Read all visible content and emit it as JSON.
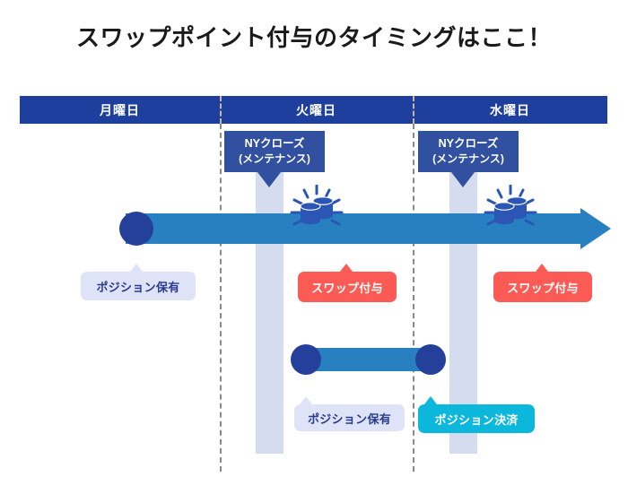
{
  "title": "スワップポイント付与のタイミングはここ！",
  "colors": {
    "header_bar": "#1f3f9e",
    "callout_box": "#31509f",
    "arrow_blue": "#2980c0",
    "marker_dot": "#25409a",
    "band_lavender": "#d6dcef",
    "chip_lavender_bg": "#dfe3f7",
    "chip_lavender_text": "#2a3c8f",
    "chip_red": "#fb5a55",
    "chip_cyan": "#0bb8dc",
    "divider_dash": "#8a8a8a",
    "title_text": "#1a1a1a"
  },
  "timeline": {
    "days": [
      {
        "label": "月曜日"
      },
      {
        "label": "火曜日"
      },
      {
        "label": "水曜日"
      }
    ]
  },
  "callouts": [
    {
      "line1": "NYクローズ",
      "line2": "(メンテナンス)"
    },
    {
      "line1": "NYクローズ",
      "line2": "(メンテナンス)"
    }
  ],
  "icons": {
    "coin_stack": "coin-stack-icon",
    "arrow": "right-arrow-icon"
  },
  "row_main": {
    "start_marker": "position-open-marker",
    "label": "ポジション保有",
    "events": [
      {
        "label": "スワップ付与",
        "type": "swap"
      },
      {
        "label": "スワップ付与",
        "type": "swap"
      }
    ]
  },
  "row_second": {
    "start_marker": "position-open-marker",
    "end_marker": "position-close-marker",
    "hold_label": "ポジション保有",
    "close_label": "ポジション決済"
  }
}
